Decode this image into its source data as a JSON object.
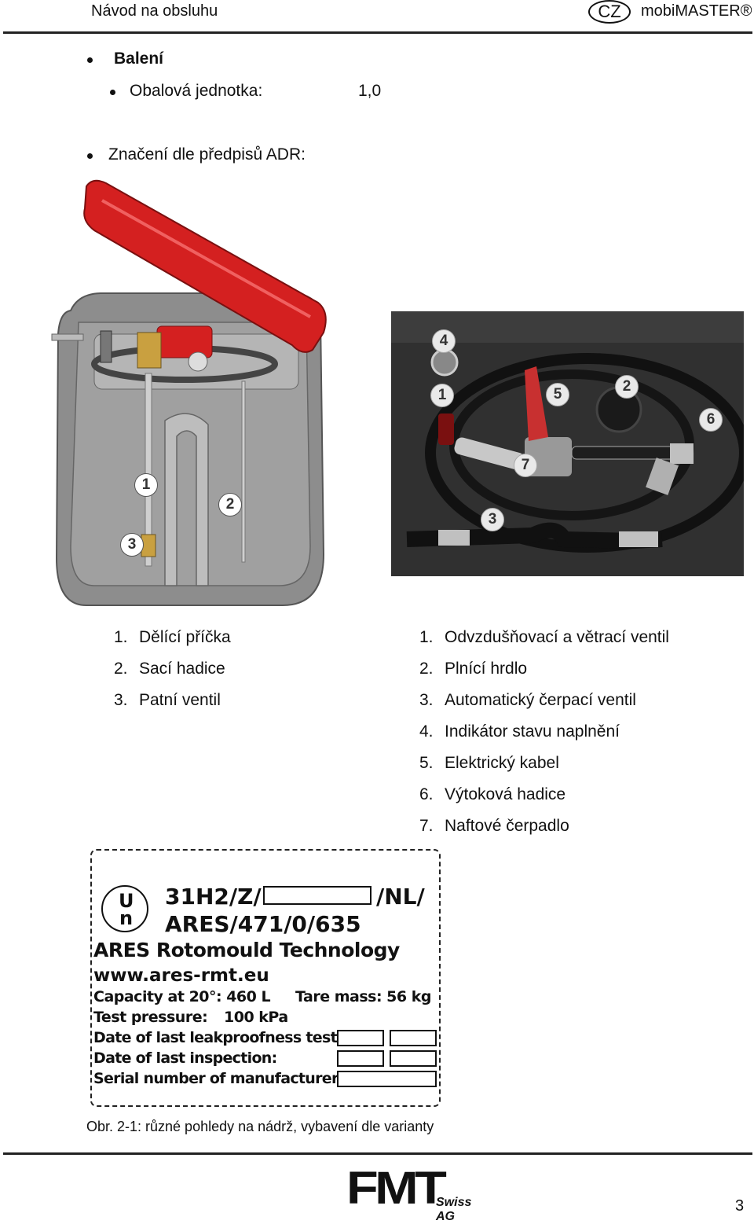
{
  "header": {
    "left": "Návod na obsluhu",
    "lang": "CZ",
    "brand": "mobiMASTER®"
  },
  "packaging": {
    "heading": "Balení",
    "unit_label": "Obalová jednotka:",
    "unit_value": "1,0"
  },
  "adr_marking": "Značení dle předpisů ADR:",
  "tank_callouts": [
    "1",
    "2",
    "3"
  ],
  "pump_callouts": [
    "1",
    "2",
    "3",
    "4",
    "5",
    "6",
    "7"
  ],
  "left_list": [
    "Dělící příčka",
    "Sací hadice",
    "Patní ventil"
  ],
  "right_list": [
    "Odvzdušňovací a větrací ventil",
    "Plnící hrdlo",
    "Automatický čerpací ventil",
    "Indikátor stavu naplnění",
    "Elektrický kabel",
    "Výtoková hadice",
    "Naftové čerpadlo"
  ],
  "list_numbers": [
    "1.",
    "2.",
    "3.",
    "4.",
    "5.",
    "6.",
    "7."
  ],
  "plate": {
    "un_top": "U",
    "un_bottom": "n",
    "code_start": "31H2/Z/",
    "code_end": "/NL/",
    "approval": "ARES/471/0/635",
    "company": "ARES Rotomould Technology",
    "website": "www.ares-rmt.eu",
    "capacity": "Capacity at 20°: 460 L",
    "tare": "Tare mass: 56 kg",
    "test_pressure_label": "Test pressure:",
    "test_pressure_value": "100 kPa",
    "leakproof_label": "Date of last leakproofness test:",
    "inspection_label": "Date of last inspection:",
    "serial_label": "Serial number of manufacturer:"
  },
  "caption": "Obr. 2-1: různé pohledy na nádrž, vybavení dle varianty",
  "footer": {
    "logo_text": "FMT",
    "logo_sub": "Swiss AG",
    "page": "3"
  },
  "colors": {
    "lid_red": "#d42020",
    "tank_gray": "#8a8a8a",
    "photo_dark": "#2b2b2b"
  }
}
